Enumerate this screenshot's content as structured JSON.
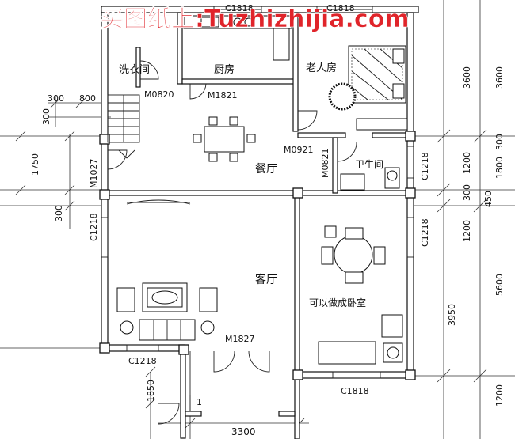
{
  "watermark": "买图纸上:Tuzhizhijia.com",
  "rooms": {
    "laundry": "洗衣间",
    "kitchen": "厨房",
    "elder_room": "老人房",
    "dining": "餐厅",
    "bathroom": "卫生间",
    "living": "客厅",
    "note": "可以做成卧室"
  },
  "codes": {
    "c1818_top_a": "C1818",
    "c1818_top_b": "C1818",
    "m0820": "M0820",
    "m1821": "M1821",
    "m0921": "M0921",
    "m0821": "M0821",
    "m1027": "M1027",
    "c1218_right_a": "C1218",
    "c1218_right_b": "C1218",
    "c1218_left": "C1218",
    "c1218_bottom": "C1218",
    "m1827": "M1827",
    "c1818_bottom": "C1818"
  },
  "dims_left": {
    "d300a": "300",
    "d800": "800",
    "d300b": "300",
    "d1750": "1750",
    "d300c": "300",
    "d1850": "1850",
    "d1": "1"
  },
  "dims_right_inner": {
    "r3600": "3600",
    "r1200": "1200",
    "r300": "300",
    "r1200b": "1200",
    "r3950": "3950"
  },
  "dims_right_outer": {
    "o3600": "3600",
    "o1800": "1800",
    "o300": "300",
    "o450": "450",
    "o5600": "5600",
    "o1200": "1200"
  },
  "dims_bottom": {
    "b3300": "3300"
  }
}
